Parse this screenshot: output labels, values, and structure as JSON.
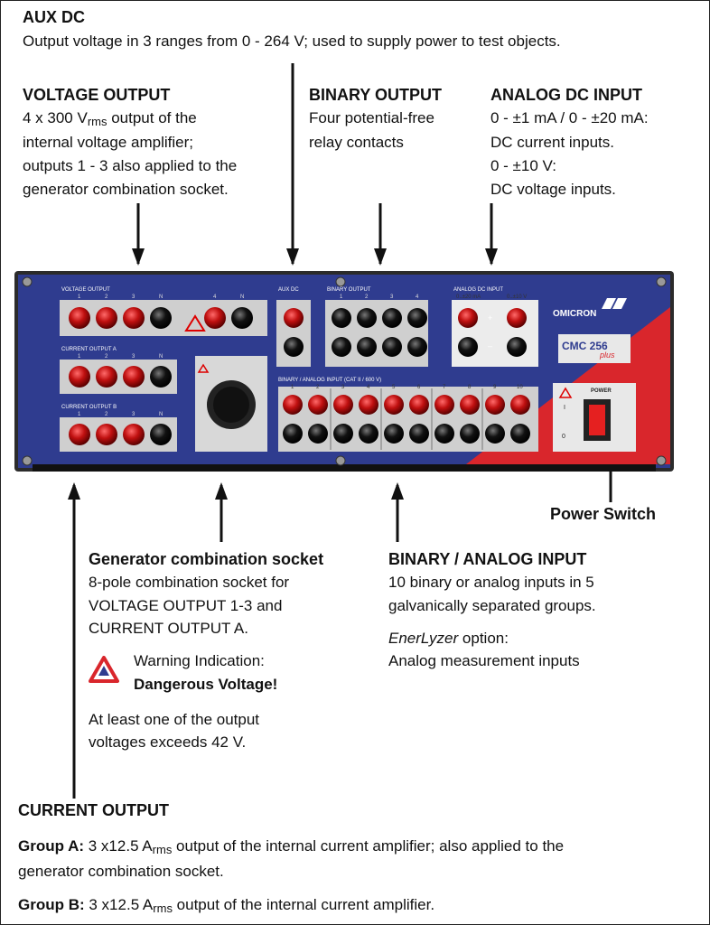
{
  "aux_dc": {
    "title": "AUX DC",
    "desc": "Output voltage in 3 ranges from 0 - 264 V; used to supply power to test objects."
  },
  "voltage_output": {
    "title": "VOLTAGE OUTPUT",
    "line1_pre": "4 x 300 V",
    "line1_sub": "rms",
    "line1_post": " output of the",
    "line2": "internal voltage amplifier;",
    "line3": "outputs 1 - 3 also applied to the",
    "line4": "generator combination socket."
  },
  "binary_output": {
    "title": "BINARY OUTPUT",
    "line1": "Four potential-free",
    "line2": "relay contacts"
  },
  "analog_dc_input": {
    "title": "ANALOG DC INPUT",
    "line1": "0 - ±1 mA / 0 - ±20 mA:",
    "line2": "DC current inputs.",
    "line3": "0 - ±10 V:",
    "line4": "DC voltage inputs."
  },
  "power_switch": {
    "label": "Power Switch"
  },
  "generator_socket": {
    "title": "Generator combination socket",
    "line1": "8-pole combination socket for",
    "line2": "VOLTAGE OUTPUT 1-3 and",
    "line3": "CURRENT OUTPUT A."
  },
  "warning": {
    "line1": "Warning Indication:",
    "line2": "Dangerous Voltage!",
    "line3": "At least one of the output",
    "line4": "voltages exceeds 42 V."
  },
  "binary_analog_input": {
    "title": "BINARY / ANALOG INPUT",
    "line1": "10 binary or analog inputs in 5",
    "line2": "galvanically separated groups.",
    "option_name": "EnerLyzer",
    "option_rest": " option:",
    "line3": "Analog measurement inputs"
  },
  "current_output": {
    "title": "CURRENT OUTPUT",
    "group_a_label": "Group A:",
    "group_a_pre": " 3 x12.5 A",
    "group_a_sub": "rms",
    "group_a_post": " output of the internal current amplifier; also applied to the",
    "group_a_line2": "generator combination socket.",
    "group_b_label": "Group B:",
    "group_b_pre": " 3 x12.5 A",
    "group_b_sub": "rms",
    "group_b_post": " output of the internal current amplifier."
  },
  "panel": {
    "voltage_output": "VOLTAGE OUTPUT",
    "aux_dc": "AUX DC",
    "binary_output": "BINARY OUTPUT",
    "analog_dc_input": "ANALOG DC INPUT",
    "current_output_a": "CURRENT OUTPUT A",
    "current_output_b": "CURRENT OUTPUT B",
    "binary_analog_input": "BINARY / ANALOG INPUT (CAT II / 600 V)",
    "brand": "OMICRON",
    "model": "CMC 256",
    "model_suffix": "plus",
    "power": "POWER",
    "v_nums": [
      "1",
      "2",
      "3",
      "N",
      "4",
      "N"
    ],
    "i_nums": [
      "1",
      "2",
      "3",
      "N"
    ],
    "bo_nums": [
      "1",
      "2",
      "3",
      "4"
    ],
    "bi_nums": [
      "1",
      "2",
      "3",
      "4",
      "5",
      "6",
      "7",
      "8",
      "9",
      "10"
    ],
    "adc_ranges": [
      "0..±20 mA",
      "0..±10 V"
    ],
    "plus": "+",
    "minus": "–",
    "switch_on": "I",
    "switch_off": "0"
  }
}
